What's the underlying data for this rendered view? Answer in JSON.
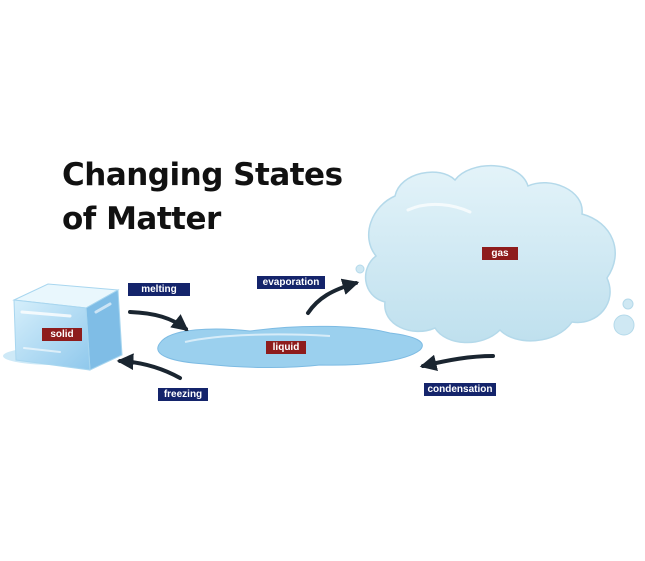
{
  "title": {
    "line1": "Changing States",
    "line2": "of Matter"
  },
  "states": {
    "solid": "solid",
    "liquid": "liquid",
    "gas": "gas"
  },
  "processes": {
    "melting": "melting",
    "freezing": "freezing",
    "evaporation": "evaporation",
    "condensation": "condensation"
  },
  "colors": {
    "process_label_bg": "#14246b",
    "state_label_bg": "#8e1c1c",
    "arrow": "#1a2530",
    "ice": "#9fd2f0",
    "water": "#9bd0ee",
    "cloud": "#cfe8f3"
  },
  "icons": [
    "ice-cube",
    "water-puddle",
    "cloud",
    "curved-arrow"
  ]
}
